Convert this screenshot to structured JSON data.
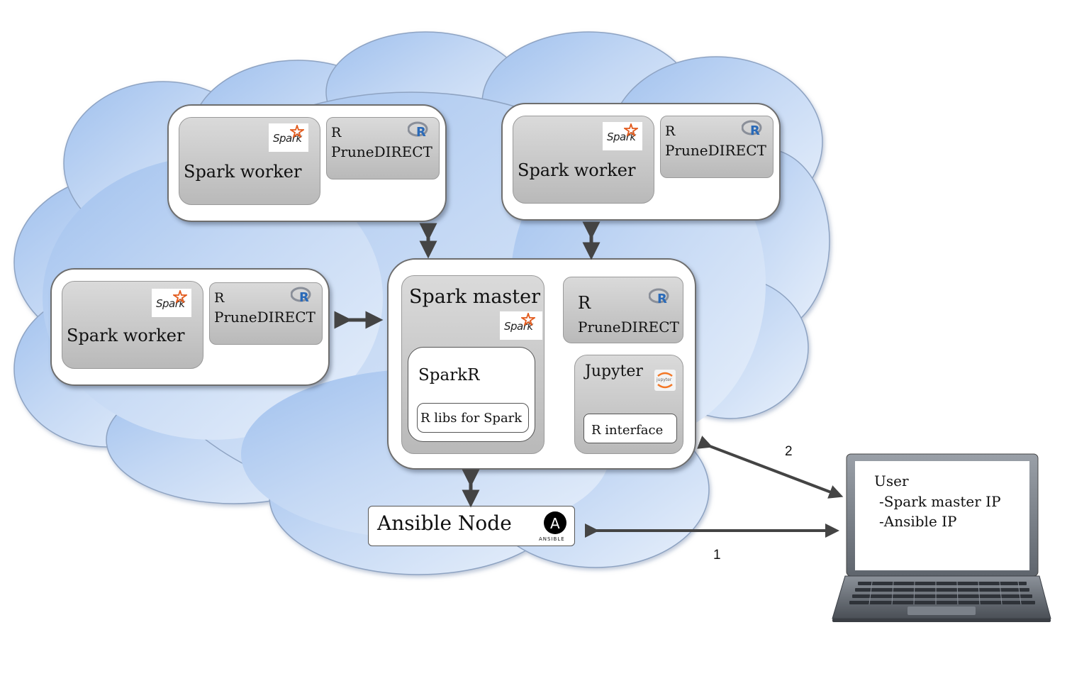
{
  "workers": [
    {
      "label": "Spark worker",
      "r_label": "R",
      "prune_label": "PruneDIRECT"
    },
    {
      "label": "Spark worker",
      "r_label": "R",
      "prune_label": "PruneDIRECT"
    },
    {
      "label": "Spark worker",
      "r_label": "R",
      "prune_label": "PruneDIRECT"
    }
  ],
  "logos": {
    "spark_text": "Spark",
    "r_text": "R",
    "jupyter_text": "jupyter",
    "ansible_text": "ANSIBLE",
    "ansible_mark": "A"
  },
  "master": {
    "label": "Spark master",
    "sparkr_label": "SparkR",
    "rlibs_label": "R libs for Spark",
    "r_label": "R",
    "prune_label": "PruneDIRECT",
    "jupyter_label": "Jupyter",
    "rinterface_label": "R interface"
  },
  "ansible": {
    "label": "Ansible Node"
  },
  "user": {
    "title": "User",
    "items": [
      "-Spark master IP",
      "-Ansible IP"
    ]
  },
  "arrows": {
    "label_1": "1",
    "label_2": "2"
  },
  "colors": {
    "cloud_light": "#dfe9f8",
    "cloud_dark": "#a8c6ef",
    "box_gray": "#c8c8c8"
  }
}
